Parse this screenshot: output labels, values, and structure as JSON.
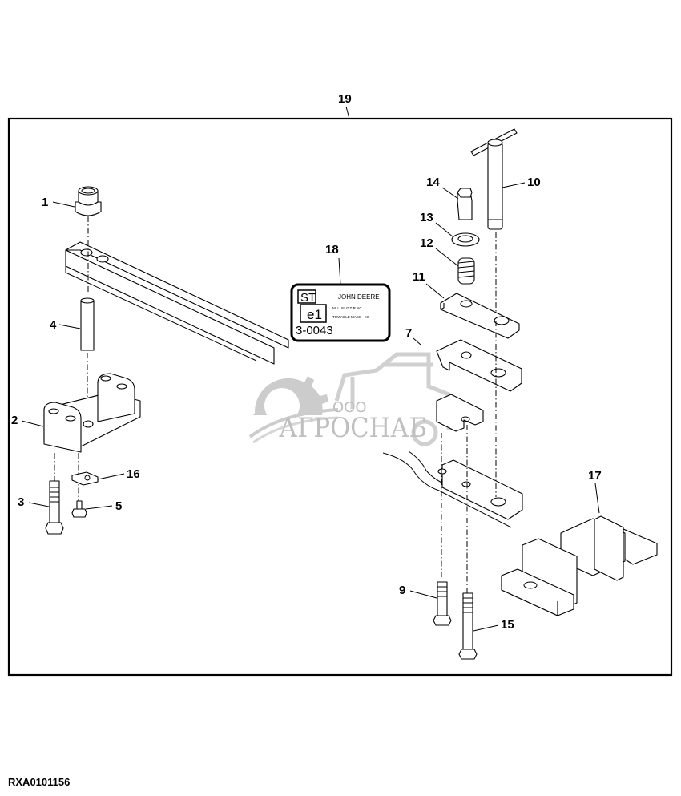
{
  "figure": {
    "reference_code": "RXA0101156",
    "assembly_callout": "19"
  },
  "parts": [
    {
      "callout": "1"
    },
    {
      "callout": "2"
    },
    {
      "callout": "3"
    },
    {
      "callout": "4"
    },
    {
      "callout": "5"
    },
    {
      "callout": "7"
    },
    {
      "callout": "9"
    },
    {
      "callout": "10"
    },
    {
      "callout": "11"
    },
    {
      "callout": "12"
    },
    {
      "callout": "13"
    },
    {
      "callout": "14"
    },
    {
      "callout": "15"
    },
    {
      "callout": "16"
    },
    {
      "callout": "17"
    },
    {
      "callout": "18"
    }
  ],
  "decal": {
    "brand": "JOHN DEERE",
    "st_mark": "ST",
    "e_mark": "e1",
    "number": "3-0043",
    "line1": "M .I .  NLG  T  R  NC",
    "line2": "TOWABLE MASS -    KG"
  },
  "watermark": {
    "prefix": "ООО",
    "name": "АГРОСНАБ",
    "color": "#b5b5b5"
  }
}
